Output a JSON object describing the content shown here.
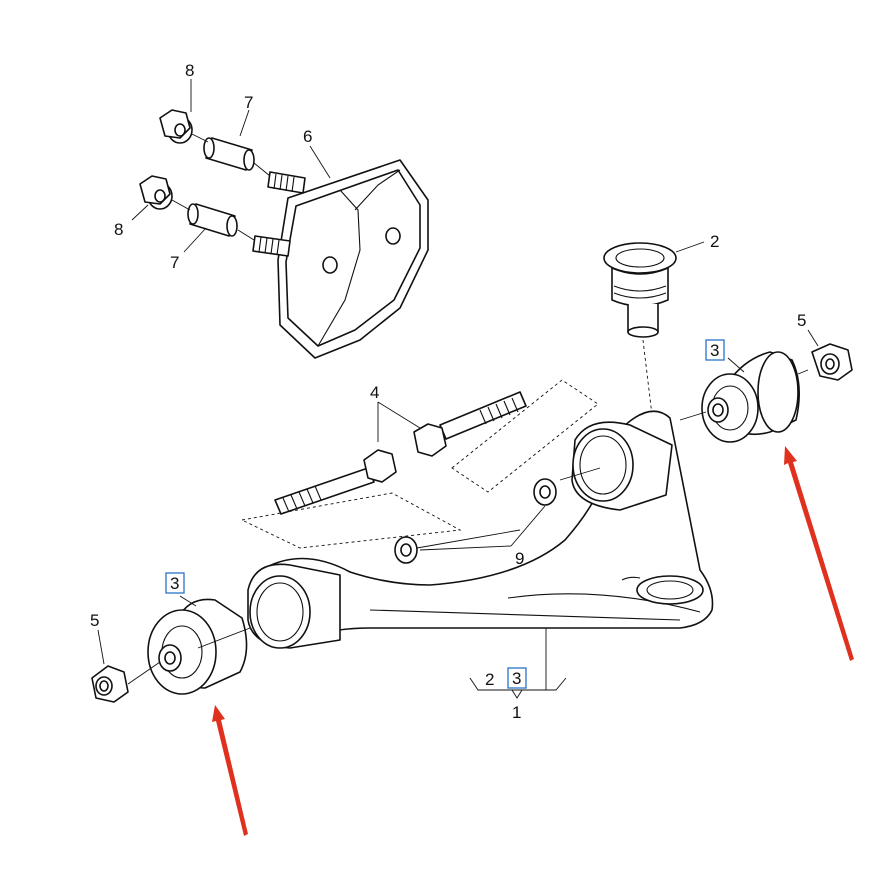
{
  "callouts": {
    "c8_top": "8",
    "c7_top": "7",
    "c6": "6",
    "c8_mid": "8",
    "c7_mid": "7",
    "c2_balljoint": "2",
    "c3_right": "3",
    "c5_right": "5",
    "c4": "4",
    "c9": "9",
    "c3_left": "3",
    "c5_left": "5",
    "c2_group": "2",
    "c3_group": "3",
    "c1_group": "1"
  },
  "colors": {
    "highlight_box": "#2a72c9",
    "arrow": "#e0301e",
    "line": "#111111"
  }
}
